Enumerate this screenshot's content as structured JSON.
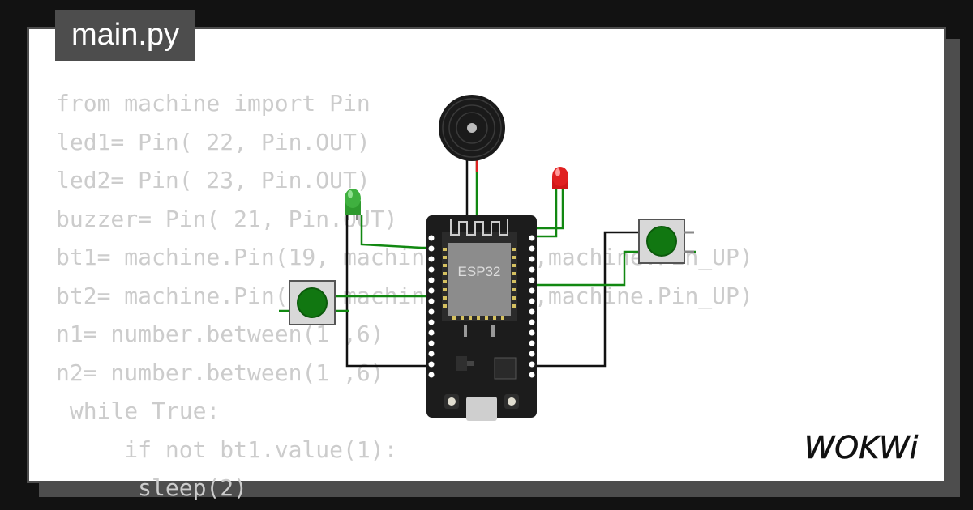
{
  "tab": {
    "filename": "main.py"
  },
  "code_lines": [
    "from machine import Pin",
    "led1= Pin( 22, Pin.OUT)",
    "led2= Pin( 23, Pin.OUT)",
    "buzzer= Pin( 21, Pin.OUT)",
    "bt1= machine.Pin(19, machine.Pin.IN,machine.Pin_UP)",
    "bt2= machine.Pin(18, machine.Pin.IN,machine.Pin_UP)",
    "n1= number.between(1 ,6)",
    "n2= number.between(1 ,6)",
    " while True:",
    "     if not bt1.value(1):",
    "      sleep(2)"
  ],
  "board": {
    "label": "ESP32"
  },
  "brand": {
    "name": "WOKWi"
  },
  "colors": {
    "background": "#121212",
    "card": "#ffffff",
    "frame": "#4d4d4d",
    "code": "#cccccc",
    "wire_green": "#118811",
    "wire_black": "#111111",
    "led_red": "#e02020",
    "led_green": "#2e9a2e",
    "button": "#117711"
  }
}
